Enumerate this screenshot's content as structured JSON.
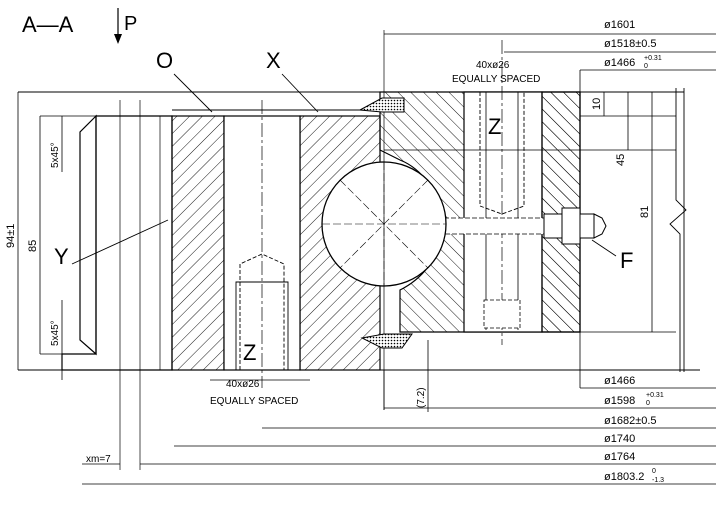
{
  "section": {
    "label": "A—A",
    "view": "P"
  },
  "callouts": {
    "o": "O",
    "x": "X",
    "y": "Y",
    "f": "F",
    "z_outer": "Z",
    "z_inner": "Z"
  },
  "bolts_outer": {
    "spec": "40xø26",
    "note": "EQUALLY SPACED"
  },
  "bolts_inner": {
    "spec": "40xø26",
    "note": "EQUALLY SPACED"
  },
  "dims_right_top": [
    "ø1601",
    "ø1518±0.5",
    "ø1466"
  ],
  "dim_1466_tol": {
    "upper": "+0.31",
    "lower": "0"
  },
  "dims_right_bottom": [
    "ø1466",
    "ø1598",
    "ø1682±0.5",
    "ø1740",
    "ø1764",
    "ø1803.2"
  ],
  "dim_1598_tol": {
    "upper": "+0.31",
    "lower": "0"
  },
  "dim_1803_tol": {
    "upper": "0",
    "lower": "-1.3"
  },
  "dims_vertical_right": [
    "10",
    "45",
    "81"
  ],
  "dims_vertical_left": [
    "94±1",
    "85"
  ],
  "chamfers": [
    "5x45°",
    "5x45°"
  ],
  "gap_dim": "(7.2)",
  "xm": "xm=7"
}
